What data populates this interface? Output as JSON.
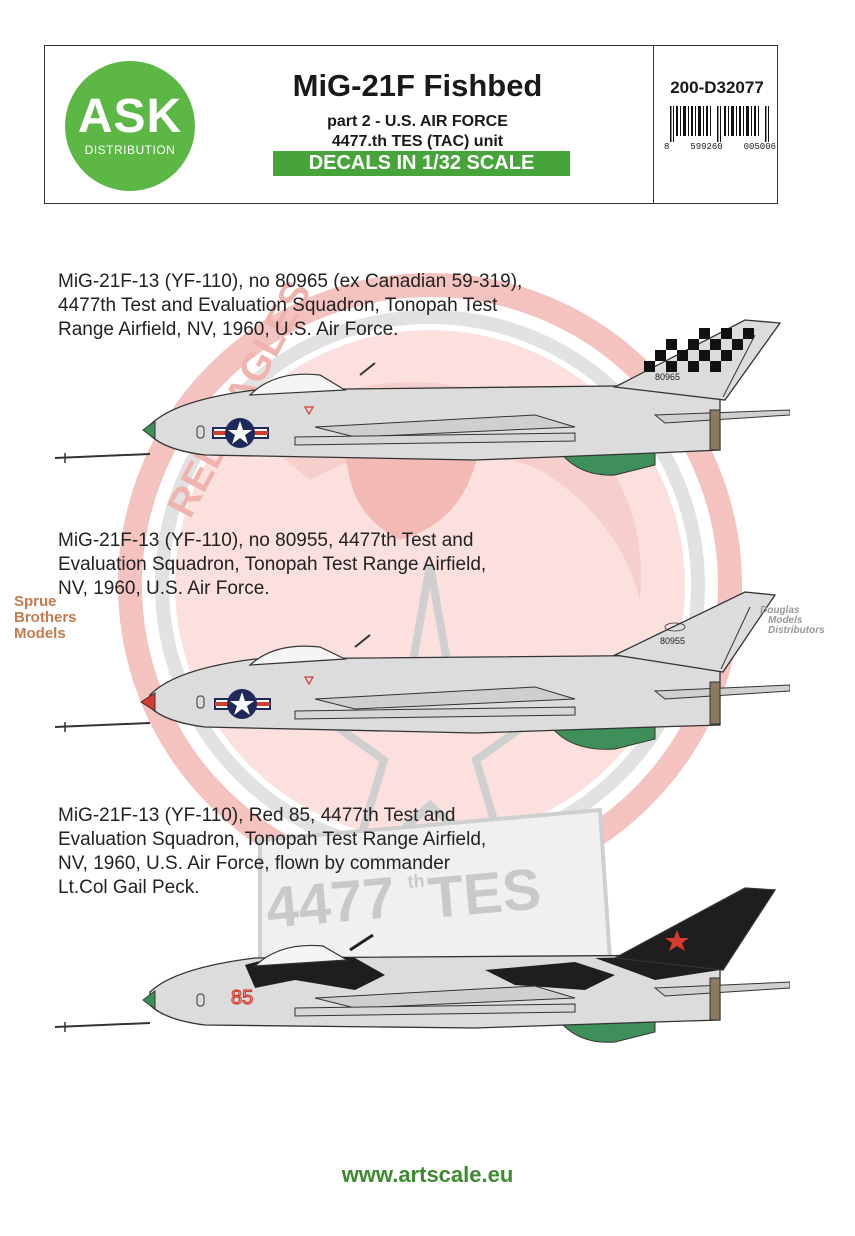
{
  "header": {
    "logo_main": "ASK",
    "logo_sub": "DISTRIBUTION",
    "title": "MiG-21F Fishbed",
    "subtitle_lines": [
      "part 2 - U.S. AIR FORCE",
      "4477.th  TES (TAC) unit"
    ],
    "scale_label": "DECALS IN 1/32 SCALE",
    "product_code": "200-D32077",
    "barcode_digits": [
      "8",
      "599260",
      "005006"
    ]
  },
  "emblem": {
    "arc_text": "RED EAGLES",
    "unit_text": "4477",
    "unit_sup": "th",
    "unit_tes": "TES",
    "colors": {
      "pink": "#f4c3c0",
      "grey": "#d6d6d6"
    }
  },
  "profiles": [
    {
      "caption_lines": [
        "MiG-21F-13 (YF-110), no 80965 (ex Canadian 59-319),",
        "4477th Test and Evaluation Squadron, Tonopah Test",
        "Range Airfield, NV, 1960, U.S. Air Force."
      ],
      "tail_number": "80965"
    },
    {
      "caption_lines": [
        "MiG-21F-13 (YF-110), no 80955, 4477th Test and",
        "Evaluation Squadron, Tonopah Test Range Airfield,",
        "NV, 1960, U.S. Air Force."
      ],
      "tail_number": "80955"
    },
    {
      "caption_lines": [
        "MiG-21F-13 (YF-110), Red 85, 4477th Test and",
        "Evaluation Squadron, Tonopah Test Range Airfield,",
        "NV, 1960, U.S. Air Force, flown by commander",
        "Lt.Col Gail Peck."
      ],
      "nose_number": "85"
    }
  ],
  "watermarks": {
    "left": [
      "Sprue",
      "Brothers",
      "Models"
    ],
    "right": [
      "Douglas",
      "Models",
      "Distributors"
    ]
  },
  "footer": {
    "url": "www.artscale.eu"
  },
  "colors": {
    "accent_green": "#47a43a",
    "logo_green": "#5cb745",
    "aircraft_grey": "#dcdcdc",
    "panel_green": "#3f8f5a",
    "camo_black": "#1e1e1e",
    "roundel_blue": "#1f2a5c",
    "red": "#d63b2e"
  }
}
